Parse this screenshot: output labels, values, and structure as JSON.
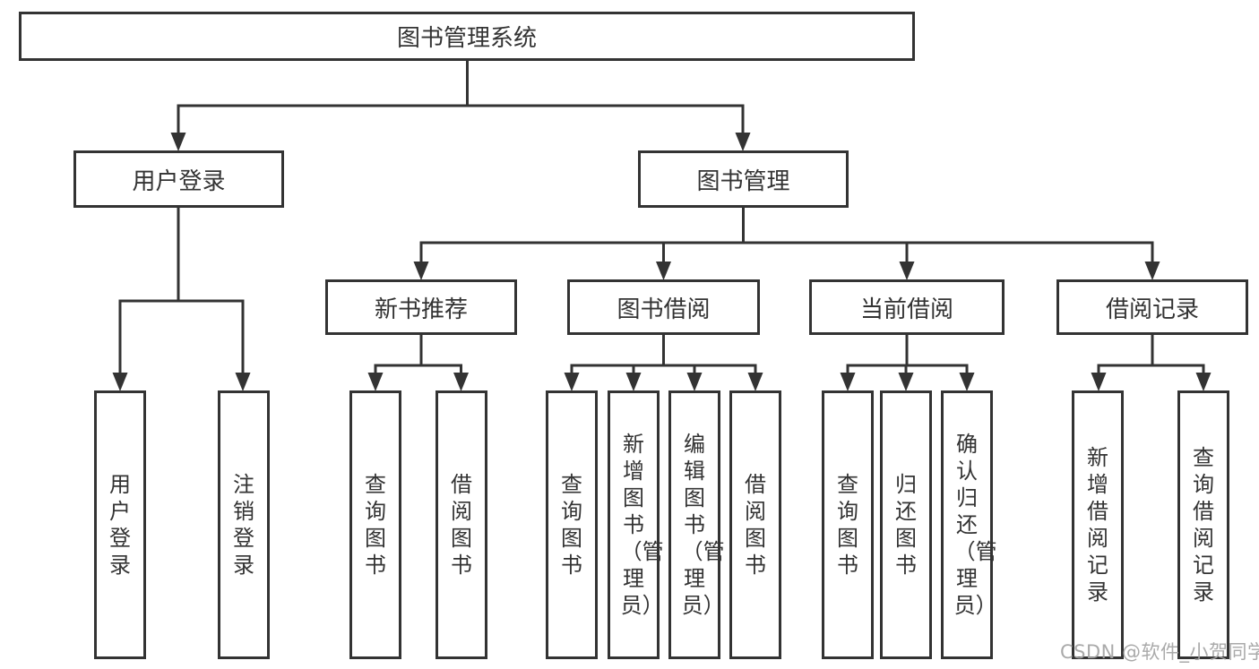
{
  "tree": {
    "root": "图书管理系统",
    "branches": [
      {
        "label": "用户登录",
        "leaves": [
          "用户登录",
          "注销登录"
        ]
      },
      {
        "label": "图书管理",
        "groups": [
          {
            "label": "新书推荐",
            "leaves": [
              "查询图书",
              "借阅图书"
            ]
          },
          {
            "label": "图书借阅",
            "leaves": [
              "查询图书",
              "新增图书（管理员）",
              "编辑图书（管理员）",
              "借阅图书"
            ]
          },
          {
            "label": "当前借阅",
            "leaves": [
              "查询图书",
              "归还图书",
              "确认归还（管理员）"
            ]
          },
          {
            "label": "借阅记录",
            "leaves": [
              "新增借阅记录",
              "查询借阅记录"
            ]
          }
        ]
      }
    ]
  },
  "watermark": "CSDN @软件_小贺同学",
  "colors": {
    "line": "#333333",
    "text": "#333333",
    "background": "#ffffff",
    "watermark": "#a5a5a5"
  }
}
